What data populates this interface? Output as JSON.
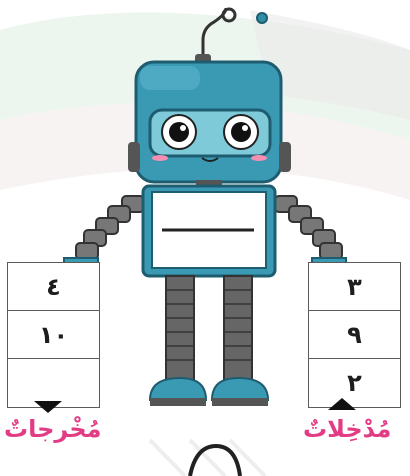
{
  "outputs": {
    "label": "مُخْرجاتٌ",
    "values": [
      "٤",
      "١٠",
      ""
    ]
  },
  "inputs": {
    "label": "مُدْخِلاتٌ",
    "values": [
      "٣",
      "٩",
      "٢"
    ]
  },
  "robot": {
    "screen_text": ""
  },
  "colors": {
    "label_pink": "#e23d84",
    "robot_teal": "#2f8da6",
    "robot_dark": "#1e5c70"
  }
}
